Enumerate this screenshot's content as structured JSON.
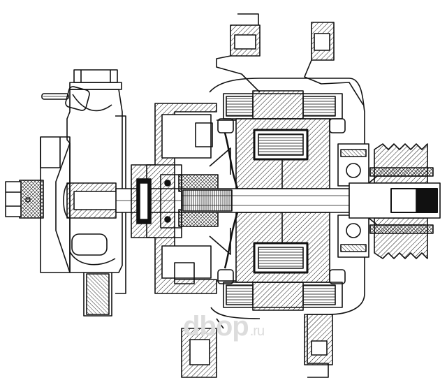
{
  "diagram": {
    "subject": "alternator-cross-section",
    "colors": {
      "ink": "#111111",
      "paper": "#ffffff",
      "watermark": "#dcdcdc"
    }
  },
  "watermark": {
    "text": "dbop",
    "suffix": ".ru"
  }
}
